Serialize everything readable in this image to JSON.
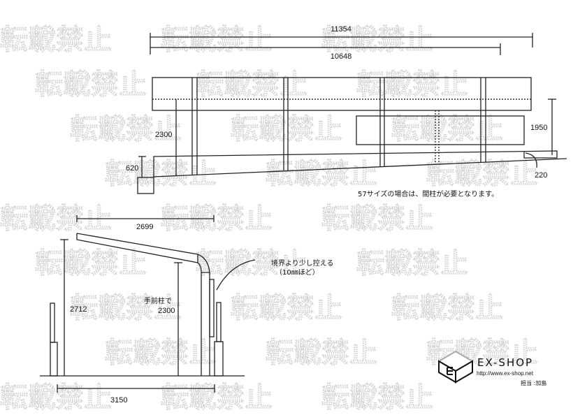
{
  "watermark": "転載禁止",
  "top_view": {
    "dim_total": "11354",
    "dim_inner": "10648",
    "dim_post_height": "2300",
    "dim_base": "620",
    "dim_fence_height": "1950",
    "dim_step": "220",
    "note": "57サイズの場合は、間柱が必要となります。"
  },
  "side_view": {
    "dim_depth": "2699",
    "dim_height": "2712",
    "front_post_label": "手前柱で",
    "front_post_height": "2300",
    "boundary_note_1": "境界より少し控える",
    "boundary_note_2": "（10㎜ほど）",
    "dim_width": "3150"
  },
  "logo": {
    "brand": "EX-SHOP",
    "url": "http://www.ex-shop.net",
    "staff": "担当 :加島"
  }
}
